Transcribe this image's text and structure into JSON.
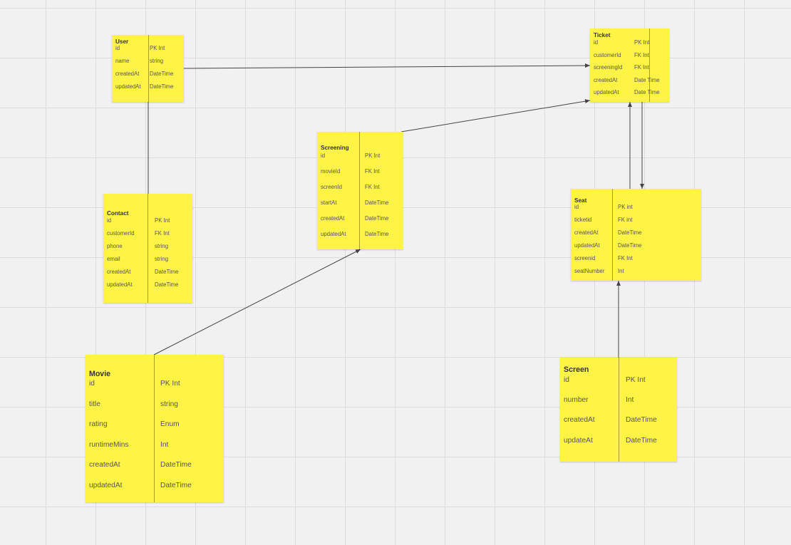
{
  "diagram": {
    "entities": [
      {
        "id": "user",
        "title": "User",
        "rows": [
          {
            "name": "id",
            "type": "PK Int"
          },
          {
            "name": "name",
            "type": "string"
          },
          {
            "name": "createdAt",
            "type": "DateTime"
          },
          {
            "name": "updatedAt",
            "type": "DateTime"
          }
        ]
      },
      {
        "id": "ticket",
        "title": "Ticket",
        "rows": [
          {
            "name": "id",
            "type": "PK Int"
          },
          {
            "name": "customerId",
            "type": "FK Int"
          },
          {
            "name": "screeningId",
            "type": "FK Int"
          },
          {
            "name": "createdAt",
            "type": "Date Time"
          },
          {
            "name": "updatedAt",
            "type": "Date Time"
          }
        ]
      },
      {
        "id": "screening",
        "title": "Screening",
        "rows": [
          {
            "name": "id",
            "type": "PK Int"
          },
          {
            "name": "movieId",
            "type": "FK Int"
          },
          {
            "name": "screenId",
            "type": "FK Int"
          },
          {
            "name": "startAt",
            "type": "DateTime"
          },
          {
            "name": "createdAt",
            "type": "DateTime"
          },
          {
            "name": "updatedAt",
            "type": "DateTime"
          }
        ]
      },
      {
        "id": "contact",
        "title": "Contact",
        "rows": [
          {
            "name": "id",
            "type": "PK Int"
          },
          {
            "name": "customerId",
            "type": "FK Int"
          },
          {
            "name": "phone",
            "type": "string"
          },
          {
            "name": "email",
            "type": "string"
          },
          {
            "name": "createdAt",
            "type": "DateTime"
          },
          {
            "name": "updatedAt",
            "type": "DateTime"
          }
        ]
      },
      {
        "id": "seat",
        "title": "Seat",
        "rows": [
          {
            "name": "id",
            "type": "PK int"
          },
          {
            "name": "ticketid",
            "type": "FK int"
          },
          {
            "name": "createdAt",
            "type": "DateTime"
          },
          {
            "name": "updatedAt",
            "type": "DateTime"
          },
          {
            "name": "screenid",
            "type": "FK Int"
          },
          {
            "name": "seatNumber",
            "type": "Int"
          }
        ]
      },
      {
        "id": "movie",
        "title": "Movie",
        "rows": [
          {
            "name": "id",
            "type": "PK Int"
          },
          {
            "name": "title",
            "type": "string"
          },
          {
            "name": "rating",
            "type": "Enum"
          },
          {
            "name": "runtimeMins",
            "type": "Int"
          },
          {
            "name": "createdAt",
            "type": "DateTime"
          },
          {
            "name": "updatedAt",
            "type": "DateTime"
          }
        ]
      },
      {
        "id": "screen",
        "title": "Screen",
        "rows": [
          {
            "name": "id",
            "type": "PK Int"
          },
          {
            "name": "number",
            "type": "Int"
          },
          {
            "name": "createdAt",
            "type": "DateTime"
          },
          {
            "name": "updateAt",
            "type": "DateTime"
          }
        ]
      }
    ],
    "connectors": [
      {
        "from": "user",
        "to": "ticket",
        "arrow": true
      },
      {
        "from": "user",
        "to": "contact",
        "arrow": false
      },
      {
        "from": "screening",
        "to": "ticket",
        "arrow": true
      },
      {
        "from": "movie",
        "to": "screening",
        "arrow": true
      },
      {
        "from": "seat",
        "to": "ticket",
        "arrow": true
      },
      {
        "from": "ticket",
        "to": "seat",
        "arrow": true
      },
      {
        "from": "screen",
        "to": "seat",
        "arrow": true
      }
    ],
    "colors": {
      "canvas": "#f1f1f1",
      "grid": "#dcdcdc",
      "sticky": "#fff445",
      "divider": "#a7a020",
      "line": "#444444"
    }
  }
}
